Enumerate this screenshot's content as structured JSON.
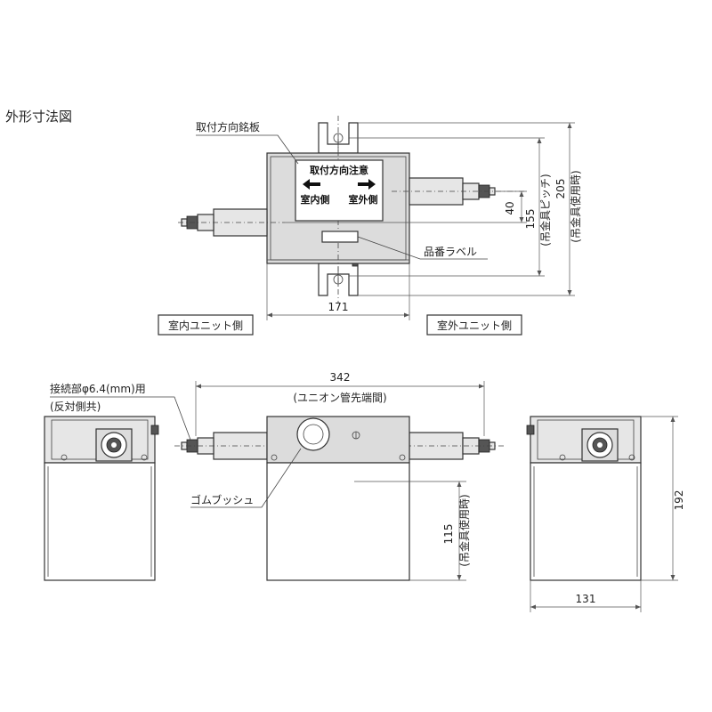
{
  "title": "外形寸法図",
  "top_view": {
    "callout_nameplate": "取付方向銘板",
    "plate_title": "取付方向注意",
    "plate_indoor": "室内側",
    "plate_outdoor": "室外側",
    "arrow_left": "left-arrow-icon",
    "arrow_right": "right-arrow-icon",
    "callout_product_label": "品番ラベル",
    "dim_width": "171",
    "dim_40": "40",
    "dim_155": "155",
    "dim_155_note": "(吊金具ピッチ)",
    "dim_205": "205",
    "dim_205_note": "(吊金具使用時)",
    "box_indoor": "室内ユニット側",
    "box_outdoor": "室外ユニット側"
  },
  "front_view": {
    "dim_342": "342",
    "dim_342_note": "(ユニオン管先端間)",
    "callout_connection": "接続部φ6.4(mm)用",
    "callout_connection_note": "(反対側共)",
    "callout_bushing": "ゴムブッシュ",
    "dim_115": "115",
    "dim_115_note": "(吊金具使用時)"
  },
  "side_view": {
    "dim_192": "192",
    "dim_131": "131"
  }
}
